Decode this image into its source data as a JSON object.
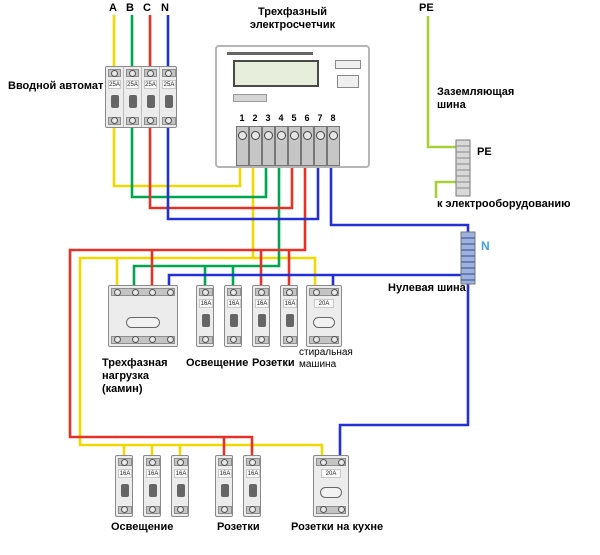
{
  "colors": {
    "phase_a_yellow": "#f0d800",
    "phase_b_green": "#00a550",
    "phase_c_red": "#e53228",
    "neutral_blue": "#2230d4",
    "pe_green": "#a9cf38",
    "n_label_blue": "#3fa0dc",
    "pe_bus_fill": "#d9d9d9",
    "pe_bus_stripe": "#979797",
    "n_bus_fill": "#9db3dd",
    "n_bus_stripe": "#4a5f9e"
  },
  "labels": {
    "phase_a": "A",
    "phase_b": "B",
    "phase_c": "C",
    "phase_n": "N",
    "pe_top": "PE",
    "input_breaker": "Вводной автомат",
    "meter_line1": "Трехфазный",
    "meter_line2": "электросчетчик",
    "grounding_line1": "Заземляющая",
    "grounding_line2": "шина",
    "pe_bus": "PE",
    "to_equipment": "к электрооборудованию",
    "n_bus": "N",
    "neutral_bus": "Нулевая шина",
    "load3ph_line1": "Трехфазная",
    "load3ph_line2": "нагрузка",
    "load3ph_line3": "(камин)",
    "lighting_mid": "Освещение",
    "sockets_mid": "Розетки",
    "washing_line1": "стиральная",
    "washing_line2": "машина",
    "lighting_bottom": "Освещение",
    "sockets_bottom": "Розетки",
    "kitchen_sockets": "Розетки на кухне"
  },
  "meter": {
    "terminals": [
      "1",
      "2",
      "3",
      "4",
      "5",
      "6",
      "7",
      "8"
    ]
  },
  "ratings": {
    "input": "25A",
    "single": "16A",
    "rcd": "20A"
  }
}
